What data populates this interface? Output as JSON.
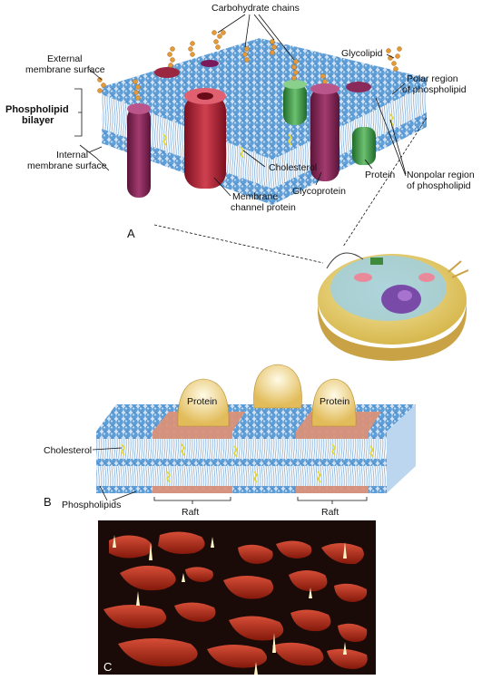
{
  "panel_a": {
    "letter": "A",
    "labels": {
      "carbohydrate_chains": "Carbohydrate chains",
      "glycolipid": "Glycolipid",
      "external_surface_1": "External",
      "external_surface_2": "membrane surface",
      "polar_region_1": "Polar region",
      "polar_region_2": "of phospholipid",
      "bilayer_1": "Phospholipid",
      "bilayer_2": "bilayer",
      "internal_surface_1": "Internal",
      "internal_surface_2": "membrane surface",
      "cholesterol": "Cholesterol",
      "protein": "Protein",
      "nonpolar_region_1": "Nonpolar region",
      "nonpolar_region_2": "of phospholipid",
      "glycoprotein": "Glycoprotein",
      "channel_protein_1": "Membrane",
      "channel_protein_2": "channel protein"
    }
  },
  "panel_b": {
    "letter": "B",
    "labels": {
      "protein_1": "Protein",
      "protein_2": "Protein",
      "cholesterol": "Cholesterol",
      "phospholipids": "Phospholipids",
      "raft_1": "Raft",
      "raft_2": "Raft"
    }
  },
  "panel_c": {
    "letter": "C"
  },
  "colors": {
    "head_blue": "#6aa6dc",
    "tail": "#9fc3e6",
    "protein_purple": "#8a2a5a",
    "protein_red": "#b8283a",
    "protein_green": "#3f9a4a",
    "carb_orange": "#e39a3a",
    "raft_pink": "#d9927a",
    "protein_cream": "#f1dca0",
    "afm_bg": "#1a0a08",
    "afm_red": "#c8321c"
  }
}
